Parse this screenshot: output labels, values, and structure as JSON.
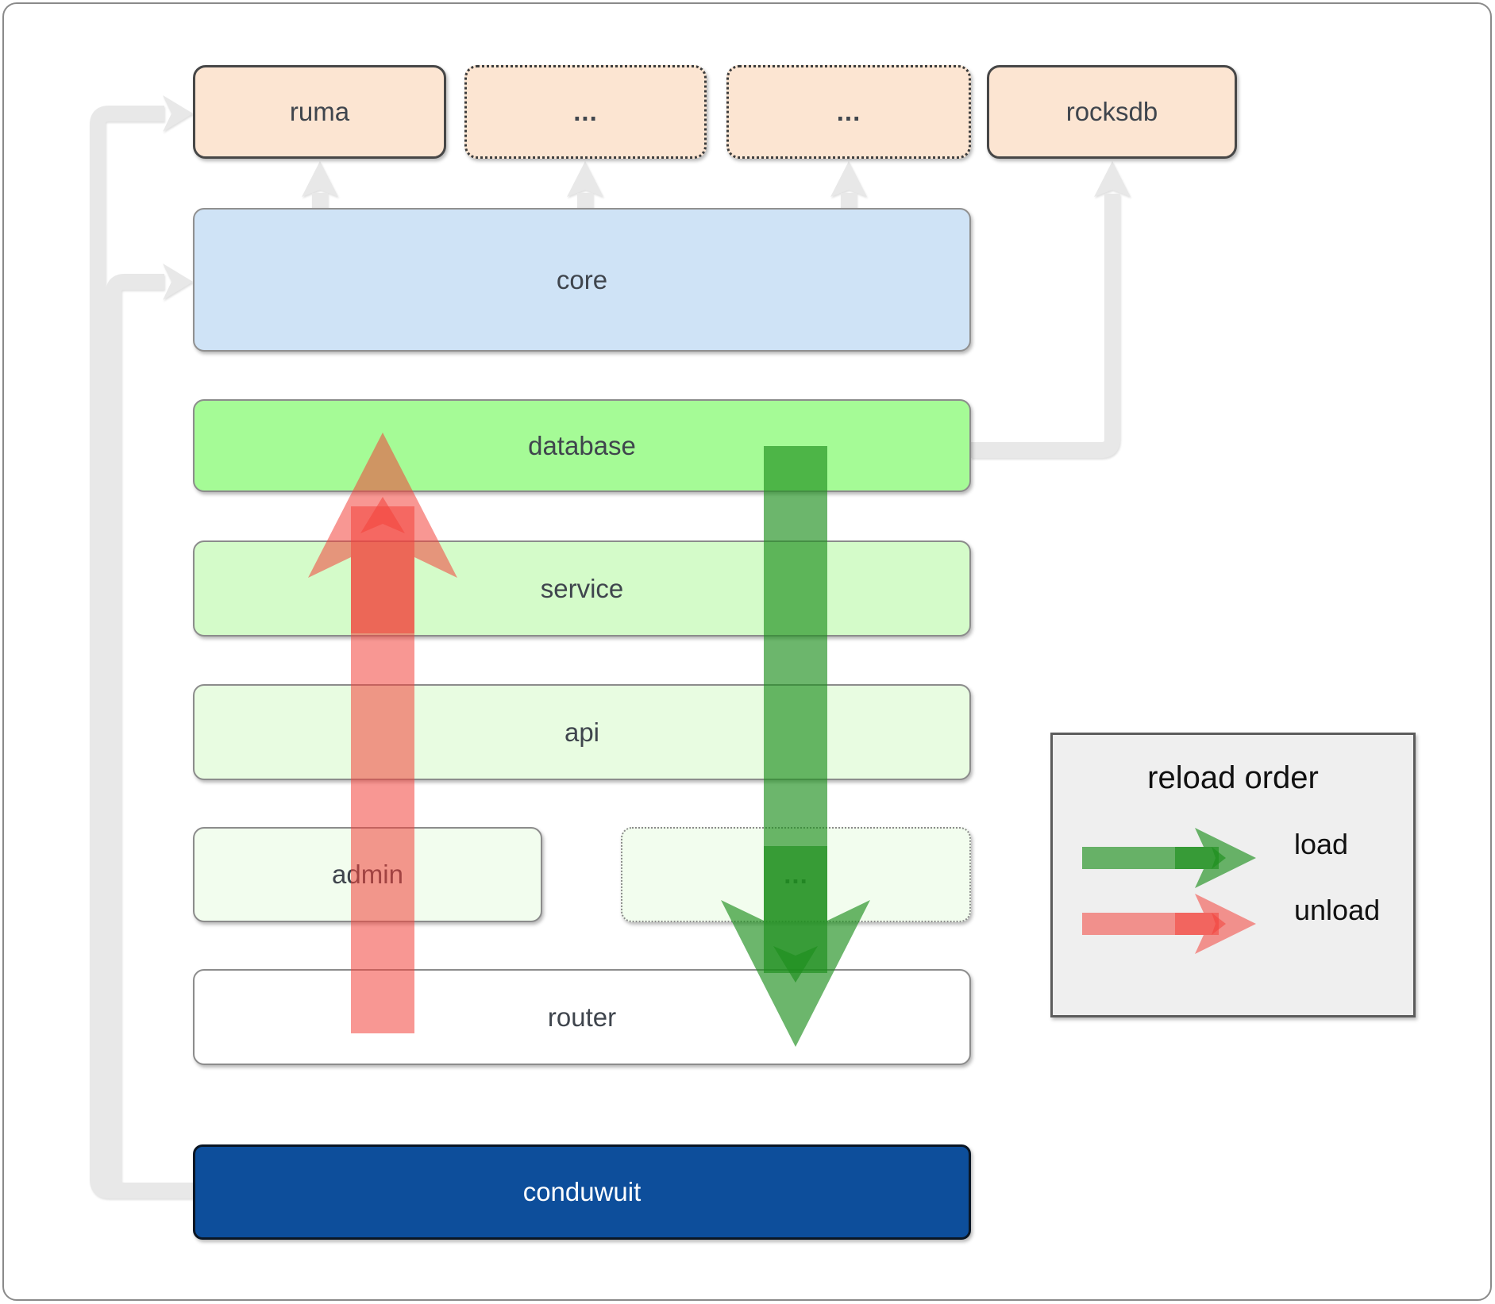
{
  "top_row": [
    {
      "label": "ruma"
    },
    {
      "label": "..."
    },
    {
      "label": "..."
    },
    {
      "label": "rocksdb"
    }
  ],
  "layers": [
    {
      "label": "core"
    },
    {
      "label": "database"
    },
    {
      "label": "service"
    },
    {
      "label": "api"
    }
  ],
  "admin_row": [
    {
      "label": "admin"
    },
    {
      "label": "..."
    }
  ],
  "router": {
    "label": "router"
  },
  "app": {
    "label": "conduwuit"
  },
  "legend": {
    "title": "reload order",
    "items": [
      {
        "label": "load",
        "color": "#1d8f1d"
      },
      {
        "label": "unload",
        "color": "#f2423b"
      }
    ]
  },
  "colors": {
    "load_arrow": "#1d8f1d",
    "unload_arrow": "#f2423b",
    "connector_gray": "#e8e8e8",
    "top_box_fill": "#fce5d2",
    "core_fill": "#cfe3f6",
    "database_fill": "#a5fb96",
    "service_fill": "#d4fbc9",
    "api_fill": "#e8fce1",
    "admin_fill": "#f2fdee",
    "router_fill": "#ffffff",
    "app_fill": "#0d4e9b",
    "label_text": "#3f454d"
  }
}
